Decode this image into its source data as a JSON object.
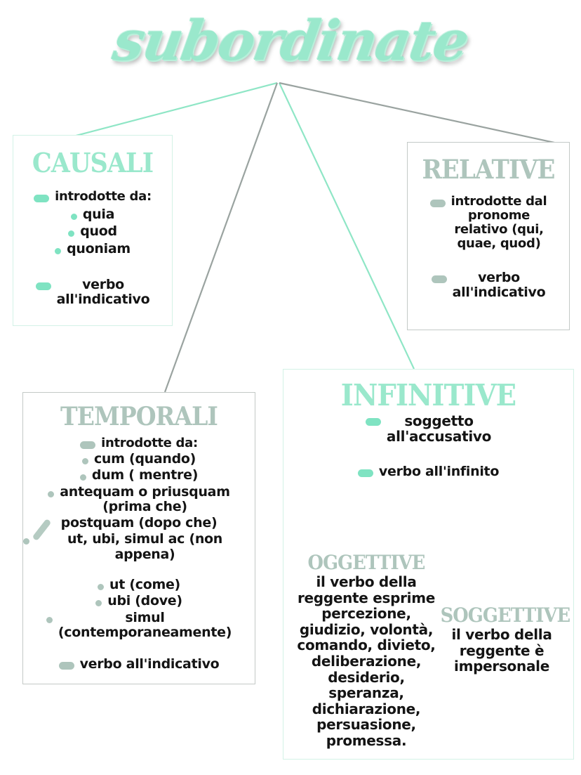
{
  "title": "subordinate",
  "colors": {
    "mint": "#9ae8cc",
    "mint_bullet": "#7fe3c2",
    "sage": "#aec5bc",
    "mint_border": "#d3f2e6",
    "grey_border": "#c3c9c7",
    "text": "#141414"
  },
  "nodes": {
    "causali": {
      "heading": "CAUSALI",
      "intro_label": "introdotte da:",
      "items": [
        "quia",
        "quod",
        "quoniam"
      ],
      "verb": "verbo\nall'indicativo"
    },
    "relative": {
      "heading": "RELATIVE",
      "intro_label": "introdotte dal\npronome\nrelativo (qui,\nquae, quod)",
      "verb": "verbo\nall'indicativo"
    },
    "temporali": {
      "heading": "TEMPORALI",
      "intro_label": "introdotte da:",
      "items": [
        "cum (quando)",
        "dum ( mentre)",
        "antequam o priusquam\n(prima che)",
        "postquam (dopo che)",
        "ut, ubi, simul ac (non appena)"
      ],
      "items2": [
        "ut (come)",
        "ubi (dove)",
        "simul\n(contemporaneamente)"
      ],
      "verb": "verbo all'indicativo"
    },
    "infinitive": {
      "heading": "INFINITIVE",
      "subject": "soggetto\nall'accusativo",
      "verb": "verbo all'infinito",
      "oggettive": {
        "heading": "OGGETTIVE",
        "body": "il verbo della\nreggente esprime\npercezione,\ngiudizio, volontà,\ncomando, divieto,\ndeliberazione,\ndesiderio,\nsperanza,\ndichiarazione,\npersuasione,\npromessa."
      },
      "soggettive": {
        "heading": "SOGGETTIVE",
        "body": "il verbo della\nreggente è\nimpersonale"
      }
    }
  }
}
